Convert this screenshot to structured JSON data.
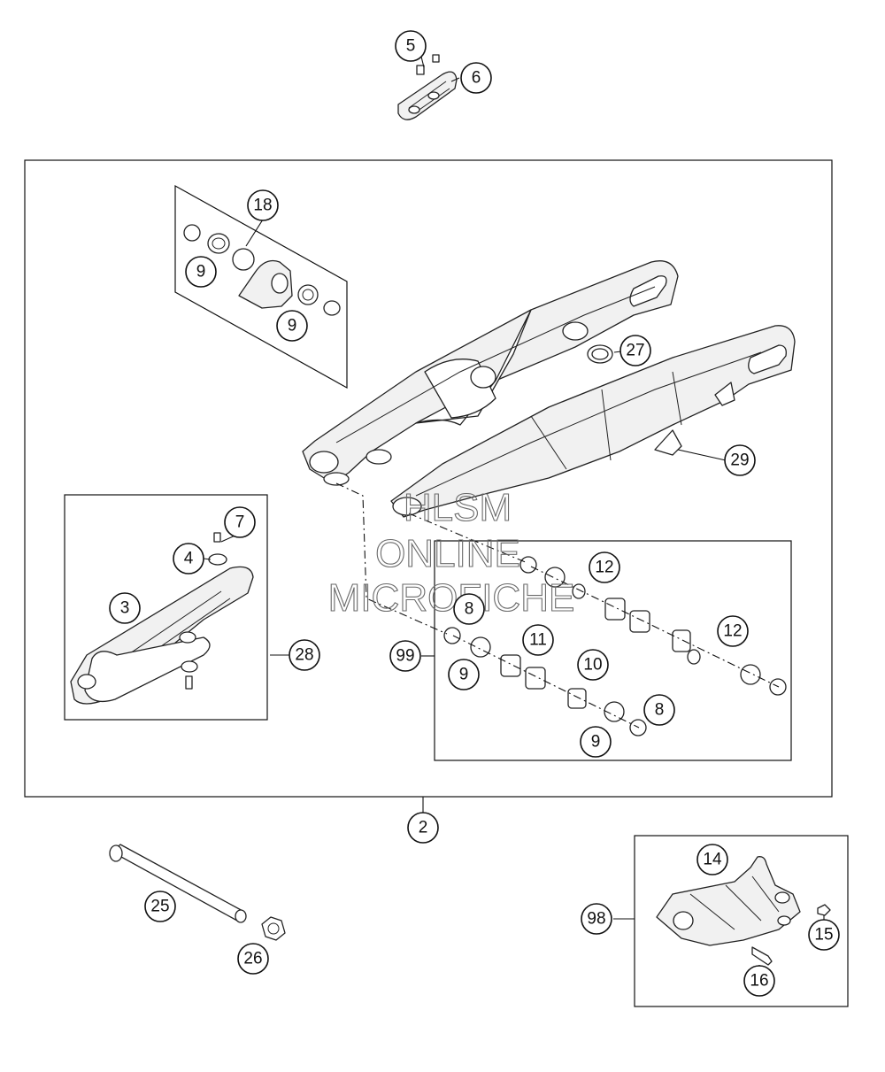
{
  "watermark": {
    "line1": "HLSM",
    "line2": "ONLINE",
    "line3": "MICROFICHE"
  },
  "callouts": {
    "c2": "2",
    "c3": "3",
    "c4": "4",
    "c5": "5",
    "c6": "6",
    "c7": "7",
    "c8a": "8",
    "c8b": "8",
    "c9a": "9",
    "c9b": "9",
    "c9c": "9",
    "c9d": "9",
    "c10": "10",
    "c11": "11",
    "c12a": "12",
    "c12b": "12",
    "c14": "14",
    "c15": "15",
    "c16": "16",
    "c18": "18",
    "c25": "25",
    "c26": "26",
    "c27": "27",
    "c28": "28",
    "c29": "29",
    "c98": "98",
    "c99": "99"
  }
}
